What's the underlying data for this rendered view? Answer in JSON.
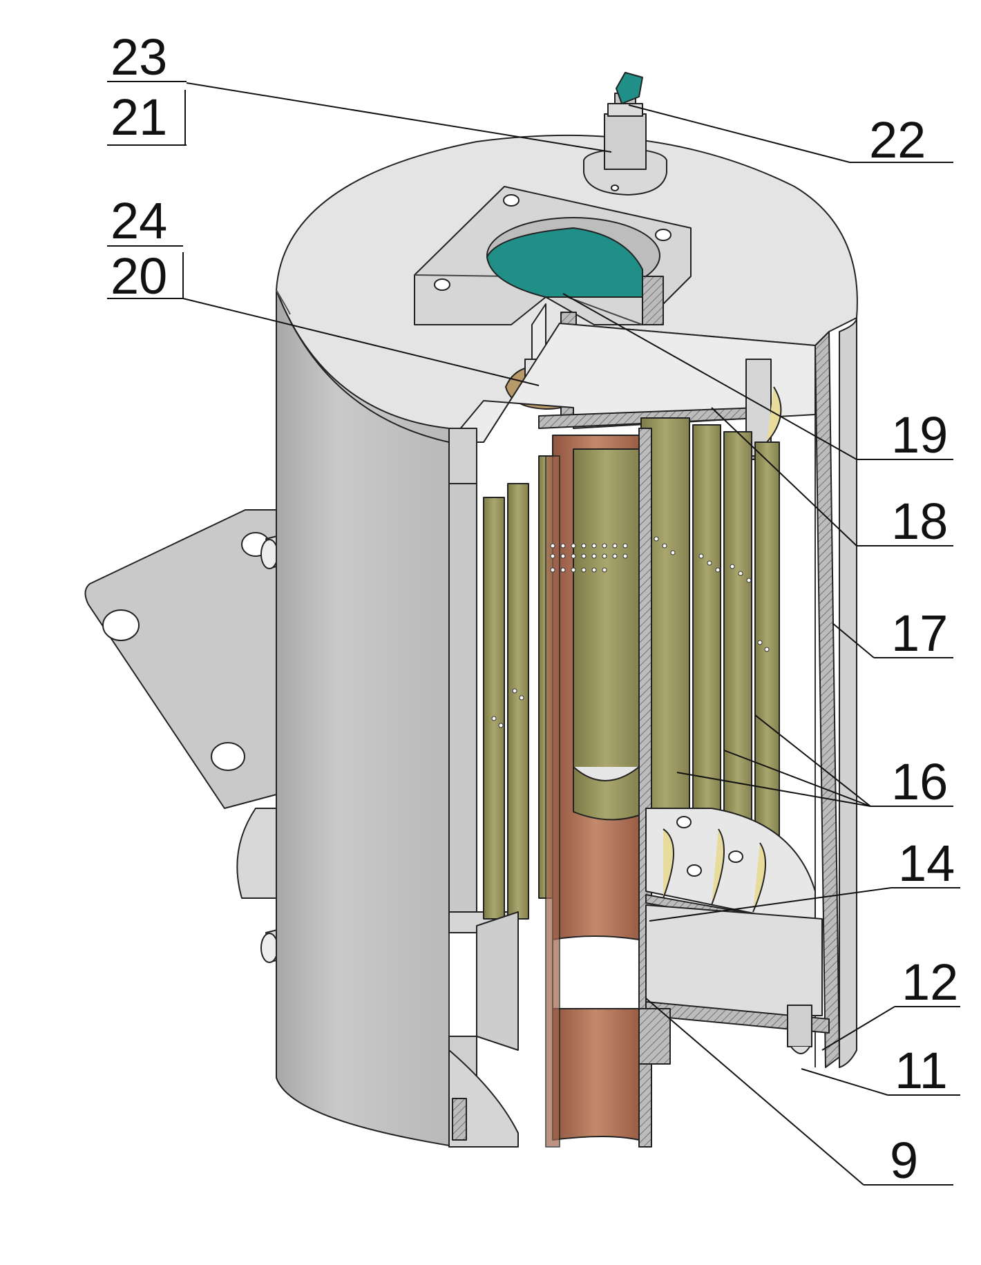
{
  "drawing": {
    "colors": {
      "body_grey": "#c8c8c8",
      "body_dark": "#9a9a9a",
      "body_light": "#e6e6e6",
      "cut_face": "#bdbdbd",
      "filter_olive": "#8c8a55",
      "filter_light": "#c9c690",
      "tube_copper": "#a86a4f",
      "tube_copper_light": "#c48a6c",
      "valve_teal": "#1f8f87",
      "sheet_cream": "#e7dc9c",
      "gasket_tan": "#b89a6a",
      "line": "#222222"
    },
    "labels": [
      {
        "id": "23",
        "text": "23"
      },
      {
        "id": "21",
        "text": "21"
      },
      {
        "id": "22",
        "text": "22"
      },
      {
        "id": "24",
        "text": "24"
      },
      {
        "id": "20",
        "text": "20"
      },
      {
        "id": "19",
        "text": "19"
      },
      {
        "id": "18",
        "text": "18"
      },
      {
        "id": "17",
        "text": "17"
      },
      {
        "id": "16",
        "text": "16"
      },
      {
        "id": "14",
        "text": "14"
      },
      {
        "id": "12",
        "text": "12"
      },
      {
        "id": "11",
        "text": "11"
      },
      {
        "id": "9",
        "text": "9"
      }
    ]
  }
}
